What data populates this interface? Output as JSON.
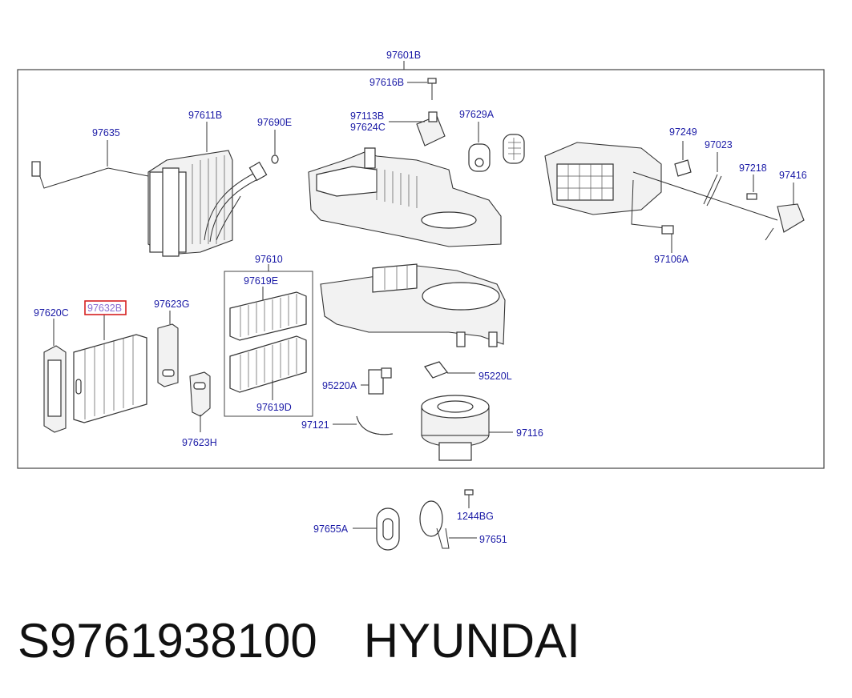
{
  "diagram": {
    "labels": {
      "assembly": "97601B",
      "screw_top": "97616B",
      "actuator_a": "97113B",
      "actuator_b": "97624C",
      "grommet_a": "97629A",
      "evaporator": "97611B",
      "oring": "97690E",
      "sensor": "97635",
      "assist_link": "97249",
      "lever": "97023",
      "screw_right": "97218",
      "actuator_right": "97416",
      "clip": "97106A",
      "case": "97610",
      "filter_upper": "97619E",
      "filter_lower": "97619D",
      "cover_left": "97620C",
      "filter_highlight": "97632B",
      "guide_g": "97623G",
      "guide_h": "97623H",
      "resistor": "95220A",
      "resistor_l": "95220L",
      "hose": "97121",
      "blower_motor": "97116",
      "bolt": "1244BG",
      "seal": "97655A",
      "duct": "97651"
    },
    "highlight_color": "#d62020",
    "label_color": "#1a1aa6"
  },
  "caption": {
    "part_number": "S9761938100",
    "brand": "HYUNDAI"
  }
}
